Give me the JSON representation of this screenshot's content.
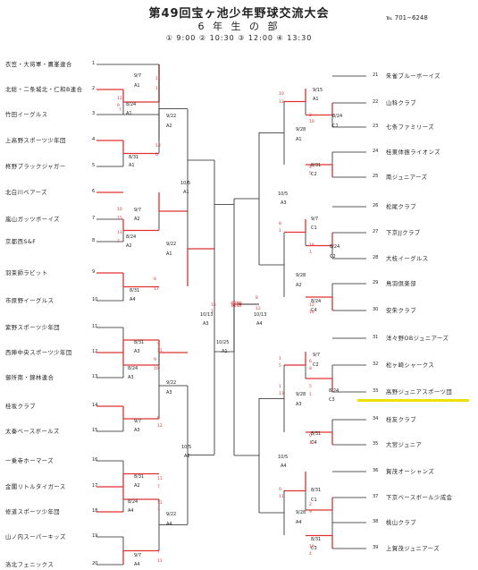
{
  "header": {
    "title": "第49回宝ヶ池少年野球交流大会",
    "subtitle": "6 年 生 の 部",
    "times": "① 9:00 ② 10:30 ③ 12:00 ④ 13:30",
    "phone": "℡ 701−6248"
  },
  "colors": {
    "line": "#222222",
    "winner": "#e03030",
    "highlight": "#f0e000"
  },
  "left_teams": [
    {
      "num": "1",
      "name": "衣笠・大将軍・鷹峯連合"
    },
    {
      "num": "2",
      "name": "北総・二条城北・仁和B連合"
    },
    {
      "num": "3",
      "name": "竹田イーグルス"
    },
    {
      "num": "4",
      "name": "上高野スポーツ少年団"
    },
    {
      "num": "5",
      "name": "柊野ブラックジャガー"
    },
    {
      "num": "6",
      "name": "北白川ベアーズ"
    },
    {
      "num": "7",
      "name": "嵐山ガッツボーイズ"
    },
    {
      "num": "8",
      "name": "京都西S&F"
    },
    {
      "num": "9",
      "name": "羽束師ラビット"
    },
    {
      "num": "10",
      "name": "市原野イーグルス"
    },
    {
      "num": "11",
      "name": "紫野スポーツ少年団"
    },
    {
      "num": "12",
      "name": "西陣中央スポーツ少年団"
    },
    {
      "num": "13",
      "name": "御所南・錦林連合"
    },
    {
      "num": "14",
      "name": "桂坂クラブ"
    },
    {
      "num": "15",
      "name": "太秦ベースボールズ"
    },
    {
      "num": "16",
      "name": "一乗寺ホーマーズ"
    },
    {
      "num": "17",
      "name": "金閣リトルタイガース"
    },
    {
      "num": "18",
      "name": "修道スポーツ少年団"
    },
    {
      "num": "19",
      "name": "山ノ内スーパーキッズ"
    },
    {
      "num": "20",
      "name": "洛北フェニックス"
    }
  ],
  "right_teams": [
    {
      "num": "21",
      "name": "朱雀ブルーボーイズ"
    },
    {
      "num": "22",
      "name": "山科クラブ"
    },
    {
      "num": "23",
      "name": "七条ファミリーズ"
    },
    {
      "num": "24",
      "name": "桂東体振ライオンズ"
    },
    {
      "num": "25",
      "name": "南ジュニアーズ"
    },
    {
      "num": "26",
      "name": "松尾クラブ"
    },
    {
      "num": "27",
      "name": "下京JJクラブ"
    },
    {
      "num": "28",
      "name": "大枝イーグルス"
    },
    {
      "num": "29",
      "name": "鳥羽倶楽部"
    },
    {
      "num": "30",
      "name": "安朱クラブ"
    },
    {
      "num": "31",
      "name": "洋々野OBジュニアーズ"
    },
    {
      "num": "32",
      "name": "松ヶ崎シャークス"
    },
    {
      "num": "33",
      "name": "高野ジュニアスポーツ団"
    },
    {
      "num": "34",
      "name": "桂友クラブ"
    },
    {
      "num": "35",
      "name": "大宮ジュニア"
    },
    {
      "num": "36",
      "name": "賀茂オーシャンズ"
    },
    {
      "num": "37",
      "name": "下京ベースボール少成会"
    },
    {
      "num": "38",
      "name": "桃山クラブ"
    },
    {
      "num": "39",
      "name": "上賀茂ジュニアーズ"
    }
  ],
  "match_labels": [
    {
      "id": "l-r1-a",
      "text": "9/7"
    },
    {
      "id": "l-r1-a2",
      "text": "A1"
    },
    {
      "id": "l-r1-b",
      "text": "8/24"
    },
    {
      "id": "l-r1-b2",
      "text": "A1"
    },
    {
      "id": "l-r1-c",
      "text": "8/31"
    },
    {
      "id": "l-r1-c2",
      "text": "A1"
    },
    {
      "id": "l-r2-a",
      "text": "9/22"
    },
    {
      "id": "l-r2-a2",
      "text": "A2"
    },
    {
      "id": "l-r3-a",
      "text": "10/5"
    },
    {
      "id": "l-r3-a2",
      "text": "A1"
    },
    {
      "id": "l-r1-d",
      "text": "9/7"
    },
    {
      "id": "l-r1-d2",
      "text": "A2"
    },
    {
      "id": "l-r1-e",
      "text": "8/24"
    },
    {
      "id": "l-r1-e2",
      "text": "A2"
    },
    {
      "id": "l-r1-f",
      "text": "8/31"
    },
    {
      "id": "l-r1-f2",
      "text": "A4"
    },
    {
      "id": "l-r2-b",
      "text": "9/22"
    },
    {
      "id": "l-r2-b2",
      "text": "A1"
    },
    {
      "id": "l-sf",
      "text": "10/13"
    },
    {
      "id": "l-sf2",
      "text": "A3"
    },
    {
      "id": "l-r1-g",
      "text": "8/31"
    },
    {
      "id": "l-r1-g2",
      "text": "A3"
    },
    {
      "id": "l-r1-h",
      "text": "8/24"
    },
    {
      "id": "l-r1-h2",
      "text": "A3"
    },
    {
      "id": "l-r2-c",
      "text": "9/22"
    },
    {
      "id": "l-r2-c2",
      "text": "A3"
    },
    {
      "id": "l-r1-i",
      "text": "9/7"
    },
    {
      "id": "l-r1-i2",
      "text": "A3"
    },
    {
      "id": "l-r3-b",
      "text": "10/5"
    },
    {
      "id": "l-r3-b2",
      "text": "A2"
    },
    {
      "id": "l-r1-j",
      "text": "8/31"
    },
    {
      "id": "l-r1-j2",
      "text": "A2"
    },
    {
      "id": "l-r1-k",
      "text": "8/24"
    },
    {
      "id": "l-r1-k2",
      "text": "A4"
    },
    {
      "id": "l-r2-d",
      "text": "9/22"
    },
    {
      "id": "l-r2-d2",
      "text": "A4"
    },
    {
      "id": "l-r1-l",
      "text": "9/7"
    },
    {
      "id": "l-r1-l2",
      "text": "A4"
    },
    {
      "id": "final-date",
      "text": "10/25"
    },
    {
      "id": "final-field",
      "text": "A1"
    },
    {
      "id": "r-sf",
      "text": "10/13"
    },
    {
      "id": "r-sf2",
      "text": "A4"
    },
    {
      "id": "r-r1-a",
      "text": "9/15"
    },
    {
      "id": "r-r1-a2",
      "text": "A1"
    },
    {
      "id": "r-r1-b",
      "text": "8/24"
    },
    {
      "id": "r-r1-b2",
      "text": "C1"
    },
    {
      "id": "r-r2-a",
      "text": "9/28"
    },
    {
      "id": "r-r2-a2",
      "text": "A1"
    },
    {
      "id": "r-r1-c",
      "text": "8/31"
    },
    {
      "id": "r-r1-c2",
      "text": "C2"
    },
    {
      "id": "r-r3-a",
      "text": "10/5"
    },
    {
      "id": "r-r3-a2",
      "text": "A3"
    },
    {
      "id": "r-r1-d",
      "text": "9/7"
    },
    {
      "id": "r-r1-d2",
      "text": "C1"
    },
    {
      "id": "r-r1-e",
      "text": "8/24"
    },
    {
      "id": "r-r1-e2",
      "text": "C2"
    },
    {
      "id": "r-r2-b",
      "text": "9/28"
    },
    {
      "id": "r-r2-b2",
      "text": "A2"
    },
    {
      "id": "r-r1-f",
      "text": "8/24"
    },
    {
      "id": "r-r1-f2",
      "text": "C4"
    },
    {
      "id": "r-r1-g",
      "text": "9/7"
    },
    {
      "id": "r-r1-g2",
      "text": "C2"
    },
    {
      "id": "r-r1-h",
      "text": "8/24"
    },
    {
      "id": "r-r1-h2",
      "text": "C3"
    },
    {
      "id": "r-r2-c",
      "text": "9/28"
    },
    {
      "id": "r-r2-c2",
      "text": "A3"
    },
    {
      "id": "r-r1-i",
      "text": "8/31"
    },
    {
      "id": "r-r1-i2",
      "text": "C4"
    },
    {
      "id": "r-r3-b",
      "text": "10/5"
    },
    {
      "id": "r-r3-b2",
      "text": "A4"
    },
    {
      "id": "r-r1-j",
      "text": "8/31"
    },
    {
      "id": "r-r1-j2",
      "text": "C1"
    },
    {
      "id": "r-r2-d",
      "text": "9/28"
    },
    {
      "id": "r-r2-d2",
      "text": "A4"
    },
    {
      "id": "r-r1-k",
      "text": "8/31"
    },
    {
      "id": "r-r1-k2",
      "text": "C3"
    }
  ],
  "final_heading": "優勝",
  "scores": [
    "11",
    "1",
    "12",
    "9",
    "7",
    "13",
    "6",
    "10",
    "15",
    "11",
    "7",
    "8",
    "17",
    "5",
    "11",
    "9",
    "10",
    "6",
    "12",
    "11",
    "7",
    "11",
    "3",
    "7",
    "11",
    "10",
    "12",
    "2",
    "10",
    "4",
    "5",
    "8",
    "1",
    "16",
    "1",
    "12",
    "10",
    "6",
    "8",
    "5",
    "1",
    "0",
    "13",
    "0",
    "11",
    "2",
    "9",
    "10",
    "4",
    "15",
    "1",
    "8",
    "12",
    "1",
    "5",
    "1",
    "13"
  ]
}
